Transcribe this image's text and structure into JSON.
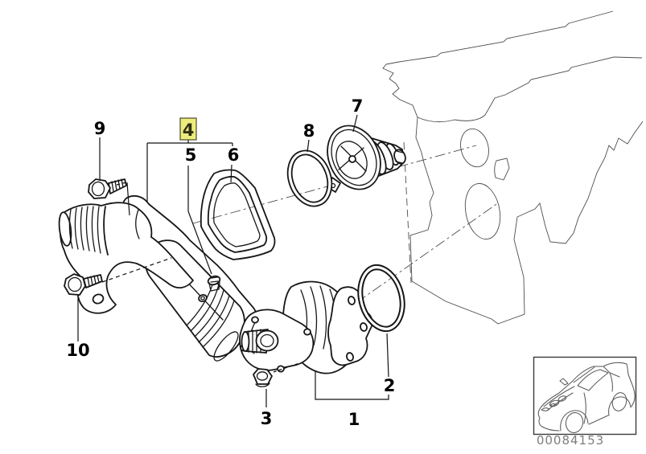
{
  "diagram_title": "water-pump-thermostat-exploded-parts-diagram",
  "callouts": {
    "c1": "1",
    "c2": "2",
    "c3": "3",
    "c4": "4",
    "c5": "5",
    "c6": "6",
    "c7": "7",
    "c8": "8",
    "c9": "9",
    "c10": "10"
  },
  "highlighted_callout": "4",
  "footer": {
    "part_number": "00084153"
  },
  "colors": {
    "highlight": "#EDED7D",
    "highlight_border": "#4a4a2a",
    "line": "#111111",
    "block_line": "#4d4d4d",
    "part_number_text": "#7d7d7d"
  },
  "icons": {
    "car_thumbnail": "car-line-art-icon"
  },
  "parts": {
    "p1": "water-pump",
    "p2": "o-ring",
    "p3": "nut",
    "p4": "thermostat-housing-kit",
    "p5": "vent-screw",
    "p6": "profile-gasket",
    "p7": "thermostat",
    "p8": "sealing-ring",
    "p9": "bolt",
    "p10": "bolt"
  }
}
